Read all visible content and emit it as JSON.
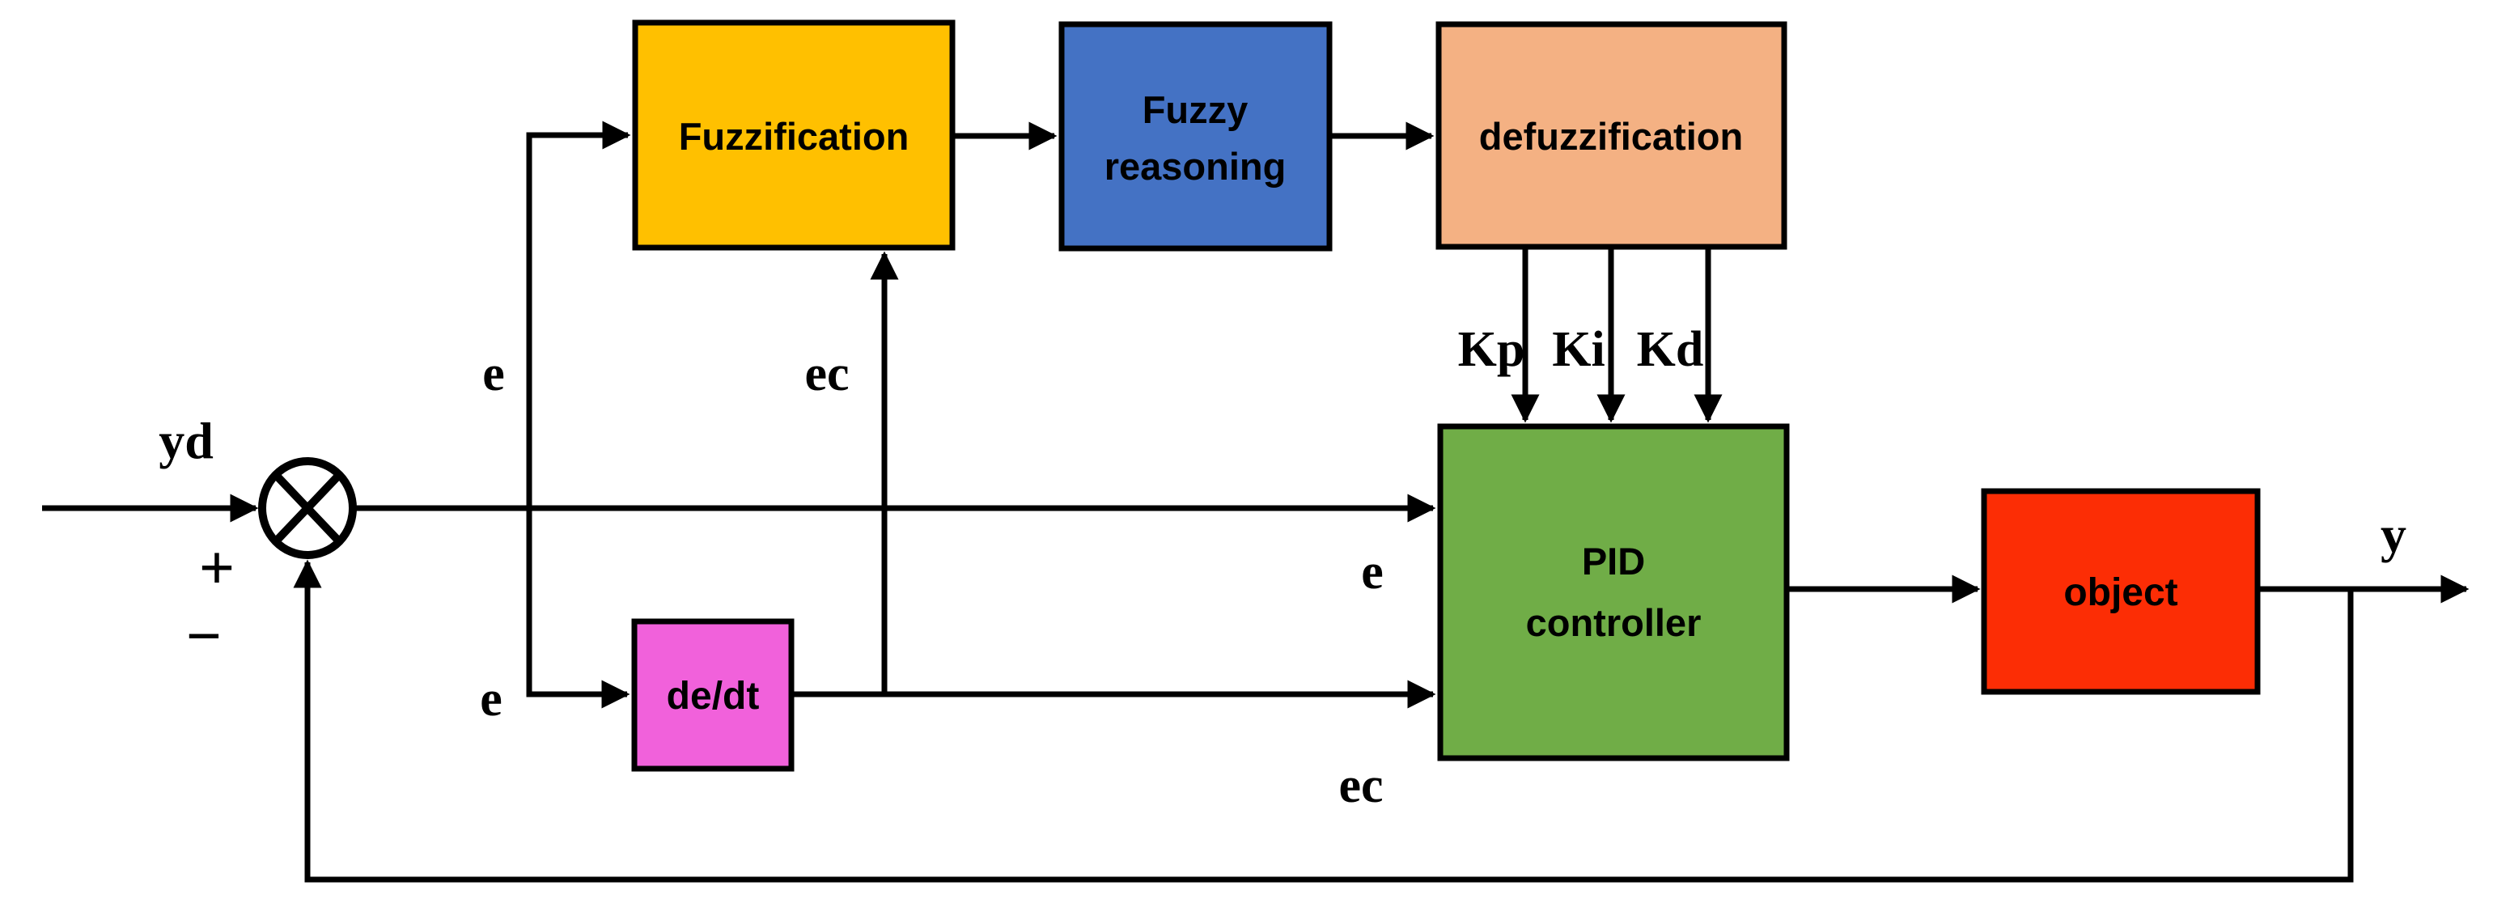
{
  "nodes": {
    "fuzzification": {
      "label": "Fuzzification",
      "fill": "#FFC000"
    },
    "fuzzy_reasoning": {
      "line1": "Fuzzy",
      "line2": "reasoning",
      "fill": "#4472C4"
    },
    "defuzzification": {
      "label": "defuzzification",
      "fill": "#F4B183"
    },
    "pid_controller": {
      "line1": "PID",
      "line2": "controller",
      "fill": "#70AD47"
    },
    "dedt": {
      "label": "de/dt",
      "fill": "#F161DB"
    },
    "object": {
      "label": "object",
      "fill": "#FC2D05"
    }
  },
  "signals": {
    "setpoint": "yd",
    "plus": "+",
    "minus": "−",
    "e_top": "e",
    "e_bottom": "e",
    "e_pid": "e",
    "ec_top": "ec",
    "ec_pid": "ec",
    "kp": "Kp",
    "ki": "Ki",
    "kd": "Kd",
    "output": "y"
  },
  "colors": {
    "wire": "#000000",
    "background": "#FFFFFF"
  }
}
